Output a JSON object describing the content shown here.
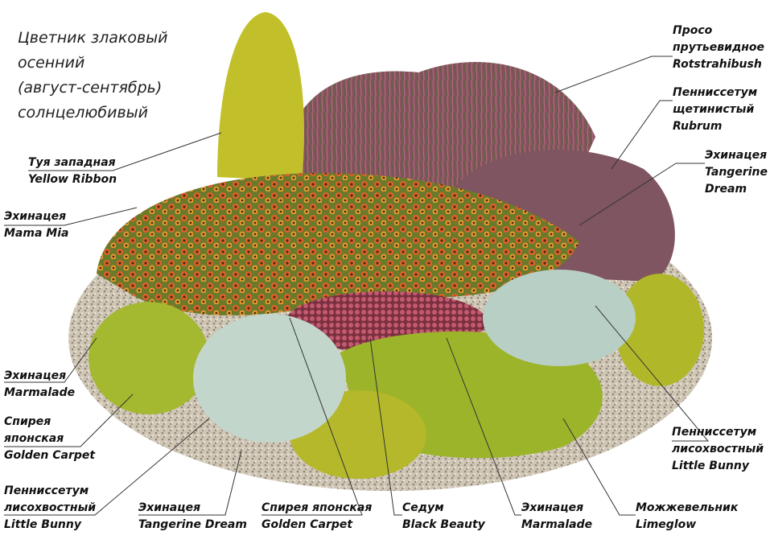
{
  "title": [
    "Цветник злаковый",
    "осенний",
    "(август-сентябрь)",
    "солнцелюбивый"
  ],
  "labels": {
    "proso": [
      "Просо",
      "прутьевидное",
      "Rotstrahibush"
    ],
    "pennisetum_rubrum": [
      "Пенниссетум",
      "щетинистый",
      "Rubrum"
    ],
    "echinacea_tangerine_right": [
      "Эхинацея",
      "Tangerine",
      "Dream"
    ],
    "thuja": [
      "Туя западная",
      "Yellow Ribbon"
    ],
    "echinacea_mamamia": [
      "Эхинацея",
      "Mama Mia"
    ],
    "echinacea_marmalade_left": [
      "Эхинацея",
      "Marmalade"
    ],
    "spiraea_left": [
      "Спирея",
      "японская",
      "Golden Carpet"
    ],
    "pennisetum_bunny_left": [
      "Пенниссетум",
      "лисохвостный",
      "Little Bunny"
    ],
    "echinacea_tangerine_bottom": [
      "Эхинацея",
      "Tangerine Dream"
    ],
    "spiraea_bottom": [
      "Спирея японская",
      "Golden Carpet"
    ],
    "sedum": [
      "Седум",
      "Black Beauty"
    ],
    "echinacea_marmalade_bottom": [
      "Эхинацея",
      "Marmalade"
    ],
    "juniper": [
      "Можжевельник",
      "Limeglow"
    ],
    "pennisetum_bunny_right": [
      "Пенниссетум",
      "лисохвостный",
      "Little Bunny"
    ]
  },
  "colors": {
    "gravel": "#c9bfae",
    "echinacea": "#d9542a",
    "grass_red": "#8a4a5a",
    "thuja": "#c8c42a",
    "spiraea": "#a8b82a",
    "pennisetum": "#b9cfc4",
    "sedum": "#b04860"
  }
}
